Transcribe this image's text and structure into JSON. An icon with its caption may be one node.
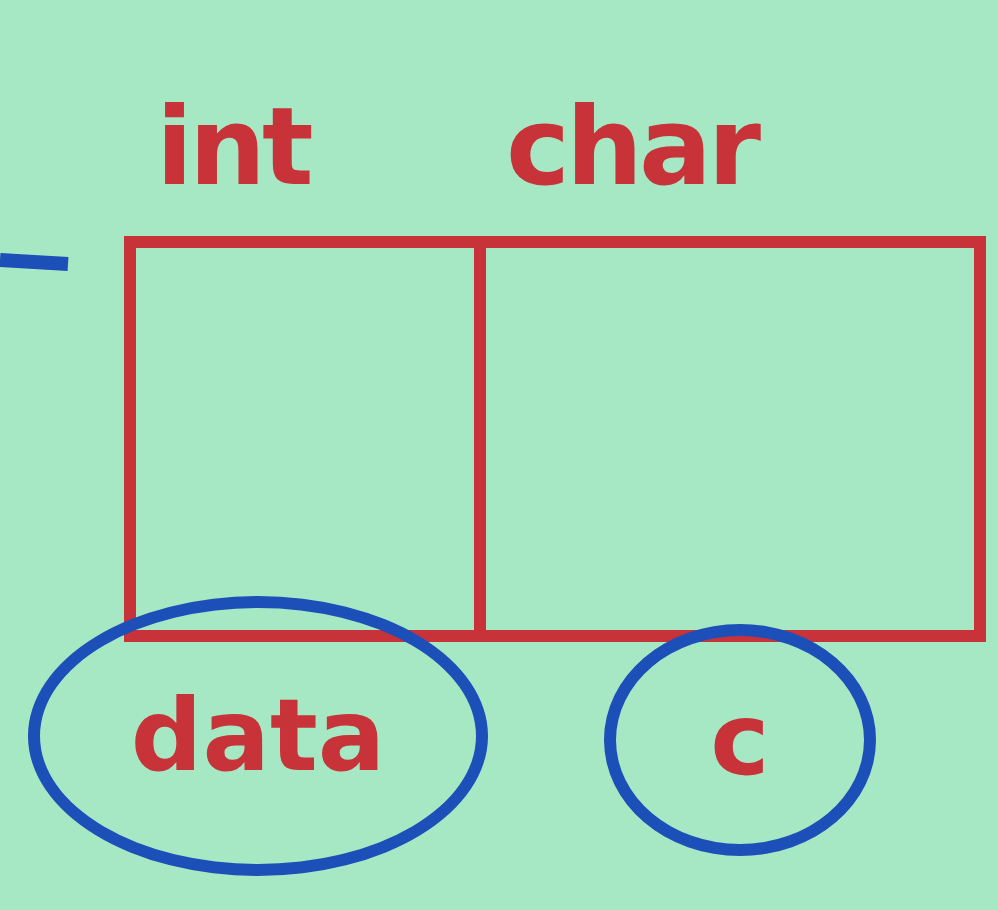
{
  "diagram": {
    "nodes": [
      {
        "text": [
          "int"
        ]
      },
      {
        "text": [
          "char"
        ]
      },
      {
        "text": [
          "data"
        ]
      },
      {
        "text": [
          "c"
        ]
      }
    ]
  }
}
